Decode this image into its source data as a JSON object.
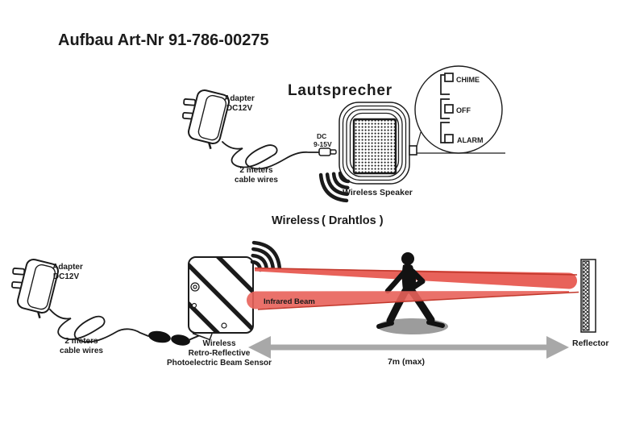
{
  "title": "Aufbau Art-Nr 91-786-00275",
  "colors": {
    "ink": "#1b1b1b",
    "beam": "#e8625a",
    "beam_edge": "#c2382c",
    "pink": "#d4156d",
    "arrow": "#a8a8a8",
    "shadow": "#9c9c9c"
  },
  "icons": {
    "speaker_waves": "signal-arcs",
    "sensor_waves": "signal-arcs",
    "switch_magnifier": "slide-switch-positions",
    "person": "walking-person-silhouette",
    "distance_arrow": "double-headed-arrow"
  },
  "speaker_section": {
    "heading": "Lautsprecher",
    "adapter_line1": "Adapter",
    "adapter_line2": "DC12V",
    "cable_line1": "2 meters",
    "cable_line2": "cable wires",
    "dc_line1": "DC",
    "dc_line2": "9-15V",
    "speaker_label": "Wireless Speaker",
    "switch_chime": "CHIME",
    "switch_off": "OFF",
    "switch_alarm": "ALARM"
  },
  "wireless_caption": {
    "wireless": "Wireless",
    "drahtlos": "( Drahtlos )"
  },
  "sensor_section": {
    "adapter_line1": "Adapter",
    "adapter_line2": "DC12V",
    "cable_line1": "2 meters",
    "cable_line2": "cable wires",
    "sensor_line1": "Wireless",
    "sensor_line2": "Retro-Reflective",
    "sensor_line3": "Photoelectric Beam Sensor",
    "beam_label": "Infrared Beam",
    "reflector_label": "Reflector",
    "distance_label": "7m (max)"
  }
}
